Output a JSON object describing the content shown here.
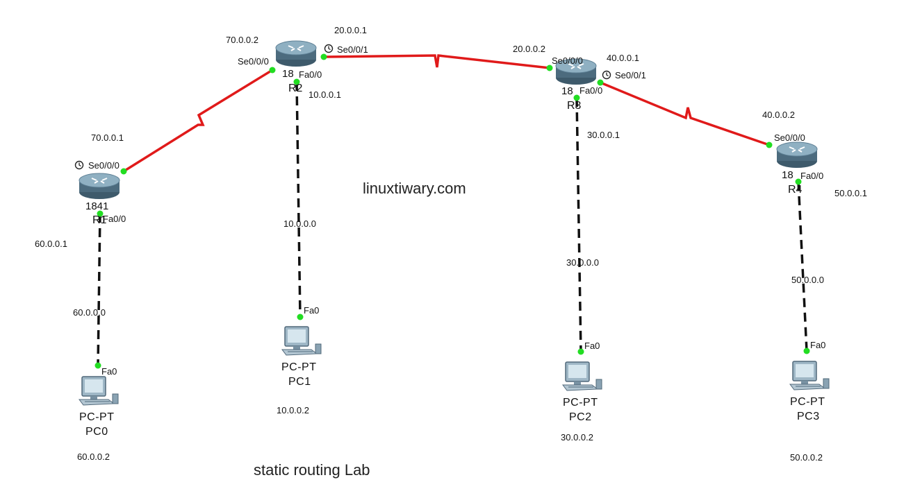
{
  "watermark": "linuxtiwary.com",
  "caption": "static routing Lab",
  "colors": {
    "serial_link": "#e01a1a",
    "ethernet_link": "#111111",
    "port_up": "#22dd22",
    "router_body": "#5d7f94"
  },
  "routers": {
    "r1": {
      "model": "1841",
      "name": "R1",
      "icon": "router-icon"
    },
    "r2": {
      "model": "18",
      "name": "R2",
      "icon": "router-icon"
    },
    "r3": {
      "model": "18",
      "name": "R3",
      "icon": "router-icon"
    },
    "r4": {
      "model": "18",
      "name": "R4",
      "icon": "router-icon"
    }
  },
  "pcs": {
    "pc0": {
      "type": "PC-PT",
      "name": "PC0",
      "ip": "60.0.0.2",
      "icon": "pc-icon"
    },
    "pc1": {
      "type": "PC-PT",
      "name": "PC1",
      "ip": "10.0.0.2",
      "icon": "pc-icon"
    },
    "pc2": {
      "type": "PC-PT",
      "name": "PC2",
      "ip": "30.0.0.2",
      "icon": "pc-icon"
    },
    "pc3": {
      "type": "PC-PT",
      "name": "PC3",
      "ip": "50.0.0.2",
      "icon": "pc-icon"
    }
  },
  "ports": {
    "r1_se": "Se0/0/0",
    "r1_fa": "Fa0/0",
    "r2_se0": "Se0/0/0",
    "r2_se1": "Se0/0/1",
    "r2_fa": "Fa0/0",
    "r3_se0": "Se0/0/0",
    "r3_se1": "Se0/0/1",
    "r3_fa": "Fa0/0",
    "r4_se": "Se0/0/0",
    "r4_fa": "Fa0/0",
    "pc0_fa": "Fa0",
    "pc1_fa": "Fa0",
    "pc2_fa": "Fa0",
    "pc3_fa": "Fa0"
  },
  "ips": {
    "r1_se": "70.0.0.1",
    "r2_se0": "70.0.0.2",
    "r2_se1": "20.0.0.1",
    "r3_se0": "20.0.0.2",
    "r3_se1": "40.0.0.1",
    "r4_se": "40.0.0.2",
    "r1_fa": "60.0.0.1",
    "r2_fa": "10.0.0.1",
    "r3_fa": "30.0.0.1",
    "r4_fa": "50.0.0.1"
  },
  "networks": {
    "lan0": "60.0.0.0",
    "lan1": "10.0.0.0",
    "lan2": "30.0.0.0",
    "lan3": "50.0.0.0"
  }
}
